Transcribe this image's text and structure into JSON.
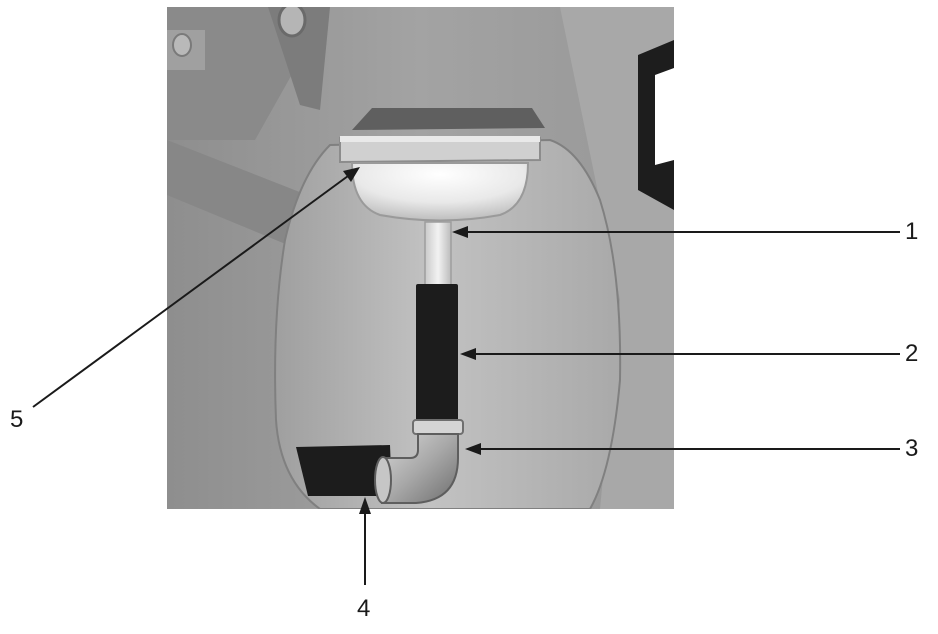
{
  "callouts": [
    {
      "id": "1",
      "label": "1"
    },
    {
      "id": "2",
      "label": "2"
    },
    {
      "id": "3",
      "label": "3"
    },
    {
      "id": "4",
      "label": "4"
    },
    {
      "id": "5",
      "label": "5"
    }
  ],
  "colors": {
    "background_panel": "#9c9c9c",
    "recess": "#b6b6b6",
    "dark_hose": "#1c1c1c",
    "pale_part": "#e6e6e6",
    "leader_line": "#1a1a1a"
  }
}
